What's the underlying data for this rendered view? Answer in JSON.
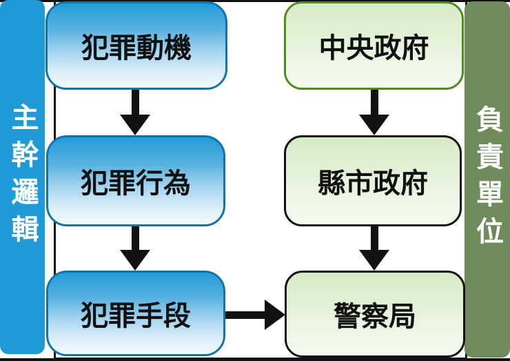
{
  "diagram": {
    "left_sidebar": "主幹邏輯",
    "right_sidebar": "負責單位",
    "left_column": [
      "犯罪動機",
      "犯罪行為",
      "犯罪手段"
    ],
    "right_column": [
      "中央政府",
      "縣市政府",
      "警察局"
    ],
    "connections": [
      {
        "from": "犯罪動機",
        "to": "犯罪行為",
        "direction": "down"
      },
      {
        "from": "犯罪行為",
        "to": "犯罪手段",
        "direction": "down"
      },
      {
        "from": "中央政府",
        "to": "縣市政府",
        "direction": "down"
      },
      {
        "from": "縣市政府",
        "to": "警察局",
        "direction": "down"
      },
      {
        "from": "犯罪手段",
        "to": "警察局",
        "direction": "right"
      }
    ]
  },
  "colors": {
    "blue-bar": "#1F9AD7",
    "blue-border": "#1173AE",
    "blue-grad-top": "#229DD8",
    "blue-grad-bottom": "#F1FAFD",
    "green-bar": "#6F8A5B",
    "green-border": "#4C8C1D",
    "green-grad-top": "#D8EAC7",
    "green-grad-bottom": "#F6FAF1",
    "line": "#111111",
    "text": "#111111",
    "sidebar-text": "#FFFFFF"
  }
}
